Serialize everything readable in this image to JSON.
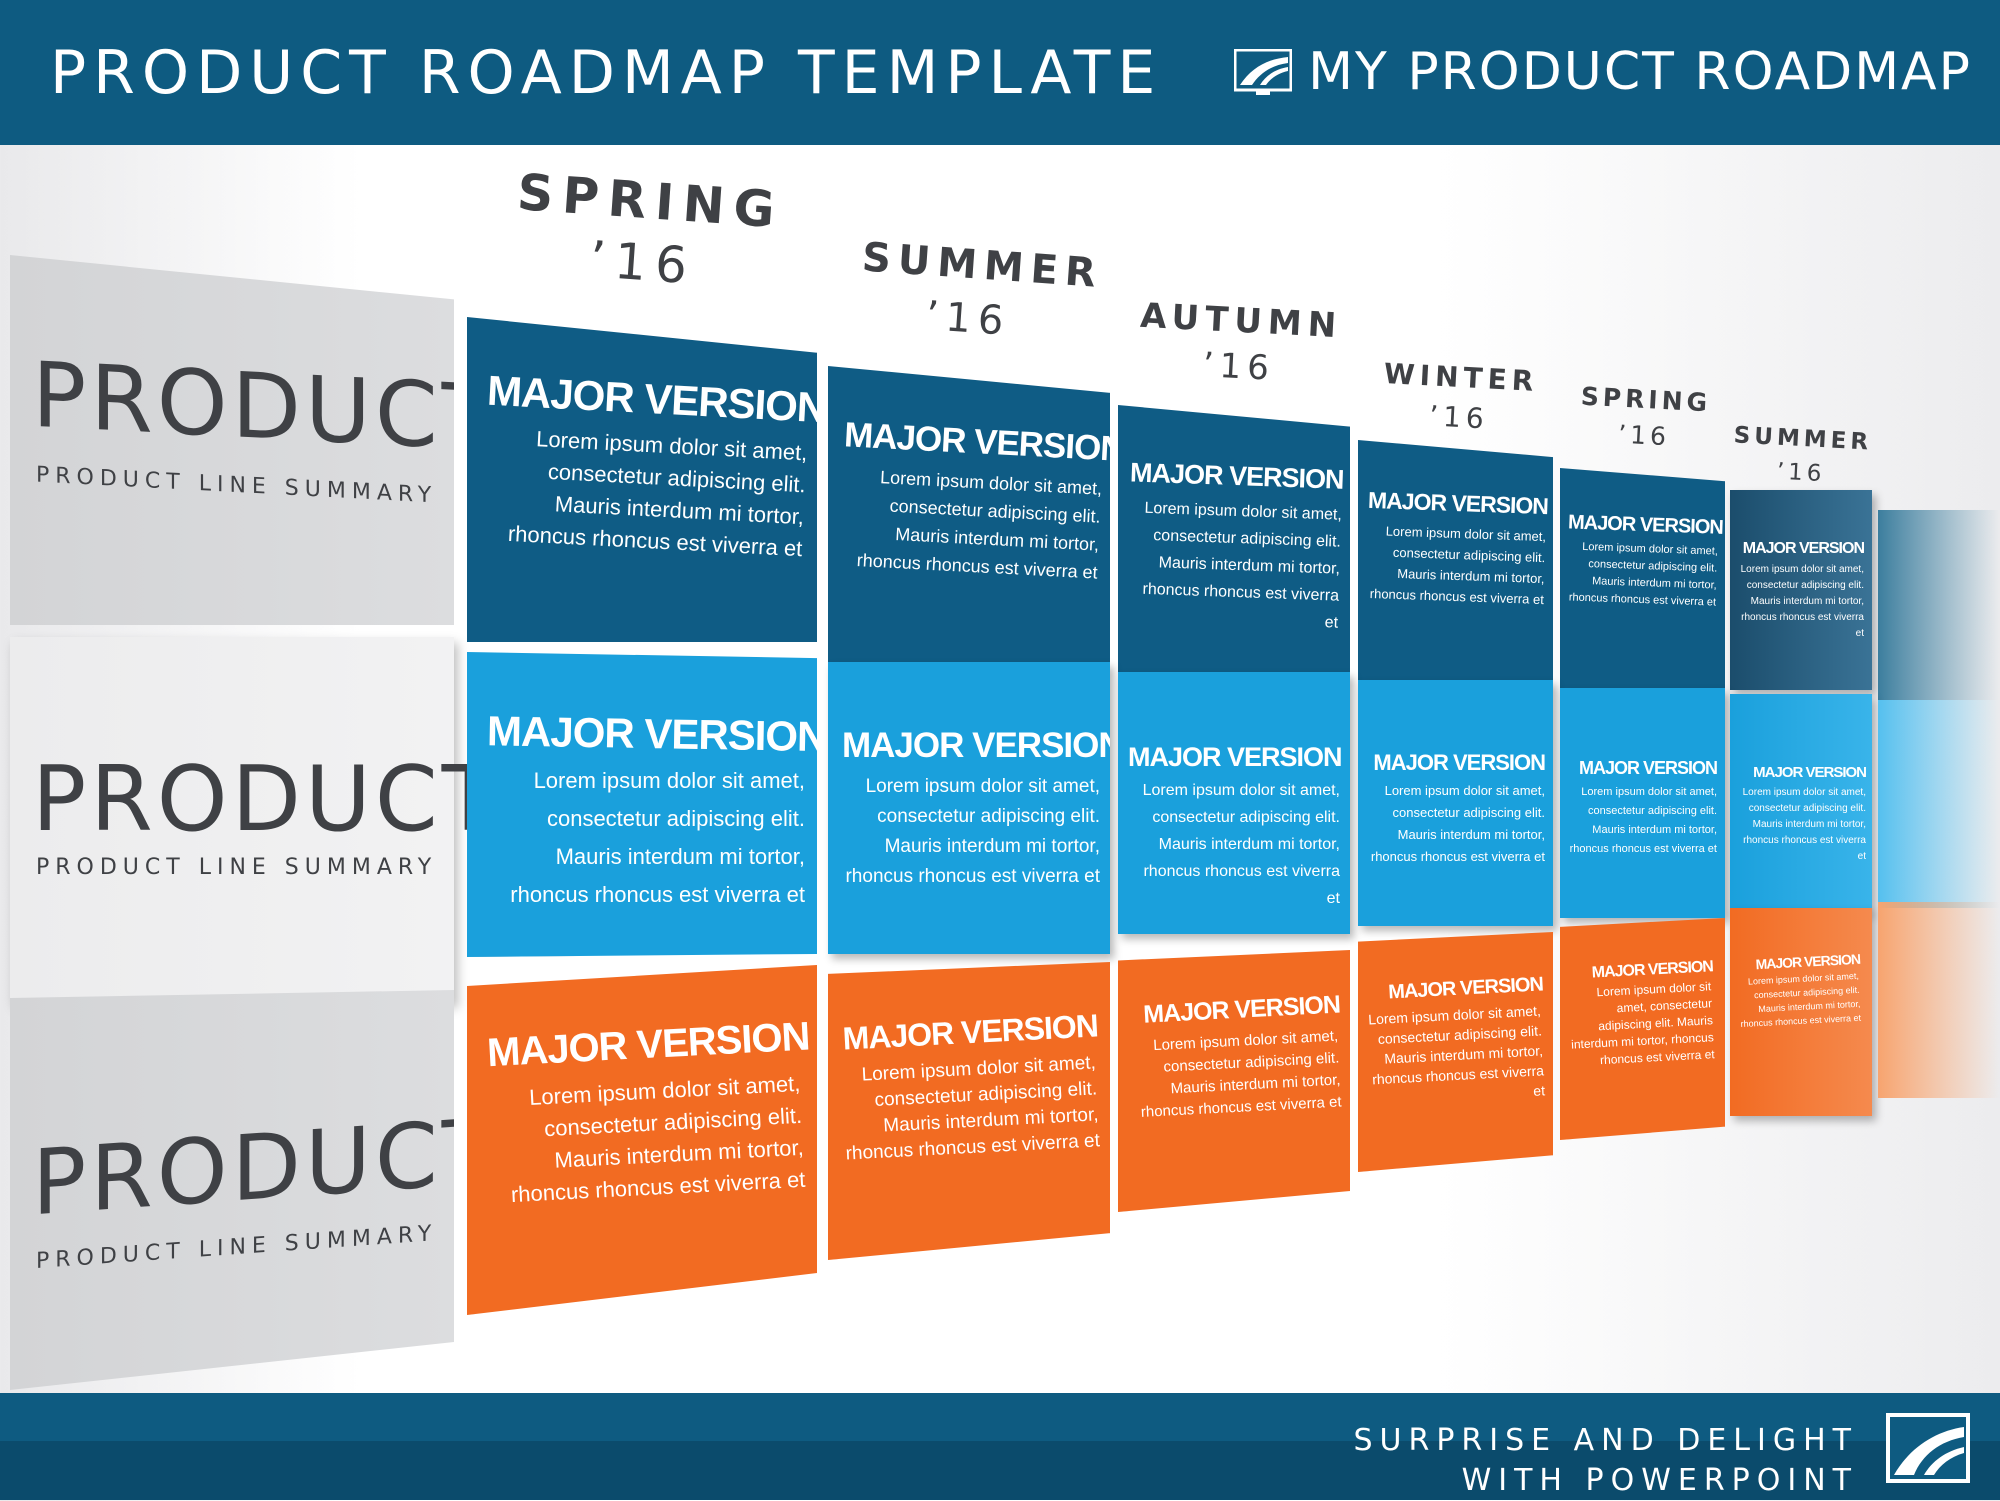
{
  "header": {
    "title": "PRODUCT  ROADMAP TEMPLATE",
    "brand": "MY PRODUCT  ROADMAP"
  },
  "footer": {
    "line1": "SURPRISE AND DELIGHT",
    "line2": "WITH POWERPOINT"
  },
  "products": [
    {
      "name": "PRODUCT",
      "summary": "PRODUCT LINE SUMMARY"
    },
    {
      "name": "PRODUCT",
      "summary": "PRODUCT LINE SUMMARY"
    },
    {
      "name": "PRODUCT",
      "summary": "PRODUCT LINE SUMMARY"
    }
  ],
  "seasons": [
    {
      "name": "SPRING",
      "year": "’16"
    },
    {
      "name": "SUMMER",
      "year": "’16"
    },
    {
      "name": "AUTUMN",
      "year": "’16"
    },
    {
      "name": "WINTER",
      "year": "’16"
    },
    {
      "name": "SPRING",
      "year": "’16"
    },
    {
      "name": "SUMMER",
      "year": "’16"
    }
  ],
  "cards": [
    [
      {
        "heading": "MAJOR VERSION",
        "body": "Lorem ipsum dolor sit amet, consectetur adipiscing elit. Mauris interdum mi tortor, rhoncus rhoncus est viverra et"
      },
      {
        "heading": "MAJOR VERSION",
        "body": "Lorem ipsum dolor sit amet, consectetur adipiscing elit. Mauris interdum mi tortor, rhoncus rhoncus est viverra et"
      },
      {
        "heading": "MAJOR VERSION",
        "body": "Lorem ipsum dolor sit amet, consectetur adipiscing elit. Mauris interdum mi tortor, rhoncus rhoncus est viverra et"
      },
      {
        "heading": "MAJOR VERSION",
        "body": "Lorem ipsum dolor sit amet, consectetur adipiscing elit. Mauris interdum mi tortor, rhoncus rhoncus est viverra et"
      },
      {
        "heading": "MAJOR VERSION",
        "body": "Lorem ipsum dolor sit amet, consectetur adipiscing elit. Mauris interdum mi tortor, rhoncus rhoncus est viverra et"
      },
      {
        "heading": "MAJOR VERSION",
        "body": "Lorem ipsum dolor sit amet, consectetur adipiscing elit. Mauris interdum mi tortor, rhoncus rhoncus est viverra et"
      }
    ],
    [
      {
        "heading": "MAJOR VERSION",
        "body": "Lorem ipsum dolor sit amet, consectetur adipiscing elit. Mauris interdum mi tortor, rhoncus rhoncus est viverra et"
      },
      {
        "heading": "MAJOR VERSION",
        "body": "Lorem ipsum dolor sit amet, consectetur adipiscing elit. Mauris interdum mi tortor, rhoncus rhoncus est viverra et"
      },
      {
        "heading": "MAJOR VERSION",
        "body": "Lorem ipsum dolor sit amet, consectetur adipiscing elit. Mauris interdum mi tortor, rhoncus rhoncus est viverra et"
      },
      {
        "heading": "MAJOR VERSION",
        "body": "Lorem ipsum dolor sit amet, consectetur adipiscing elit. Mauris interdum mi tortor, rhoncus rhoncus est viverra et"
      },
      {
        "heading": "MAJOR VERSION",
        "body": "Lorem ipsum dolor sit amet, consectetur adipiscing elit. Mauris interdum mi tortor, rhoncus rhoncus est viverra et"
      },
      {
        "heading": "MAJOR VERSION",
        "body": "Lorem ipsum dolor sit amet, consectetur adipiscing elit. Mauris interdum mi tortor, rhoncus rhoncus est viverra et"
      }
    ],
    [
      {
        "heading": "MAJOR VERSION",
        "body": "Lorem ipsum dolor sit amet, consectetur adipiscing elit. Mauris interdum mi tortor, rhoncus rhoncus est viverra et"
      },
      {
        "heading": "MAJOR VERSION",
        "body": "Lorem ipsum dolor sit amet, consectetur adipiscing elit. Mauris interdum mi tortor, rhoncus rhoncus est viverra et"
      },
      {
        "heading": "MAJOR VERSION",
        "body": "Lorem ipsum dolor sit amet, consectetur adipiscing elit. Mauris interdum mi tortor, rhoncus rhoncus est viverra et"
      },
      {
        "heading": "MAJOR VERSION",
        "body": "Lorem ipsum dolor sit amet, consectetur adipiscing elit. Mauris interdum mi tortor, rhoncus rhoncus est viverra et"
      },
      {
        "heading": "MAJOR VERSION",
        "body": "Lorem ipsum dolor sit amet, consectetur adipiscing elit. Mauris interdum mi tortor, rhoncus rhoncus est viverra et"
      },
      {
        "heading": "MAJOR VERSION",
        "body": "Lorem ipsum dolor sit amet, consectetur adipiscing elit. Mauris interdum mi tortor, rhoncus rhoncus est viverra et"
      }
    ]
  ],
  "colors": {
    "header": "#0e5b81",
    "row_dark": "#0f5c85",
    "row_mid": "#1aa0dc",
    "row_orange": "#f26b22",
    "text_dark": "#3f4145"
  },
  "icons": {
    "brand": "highway-road-icon",
    "footer": "highway-road-icon"
  }
}
